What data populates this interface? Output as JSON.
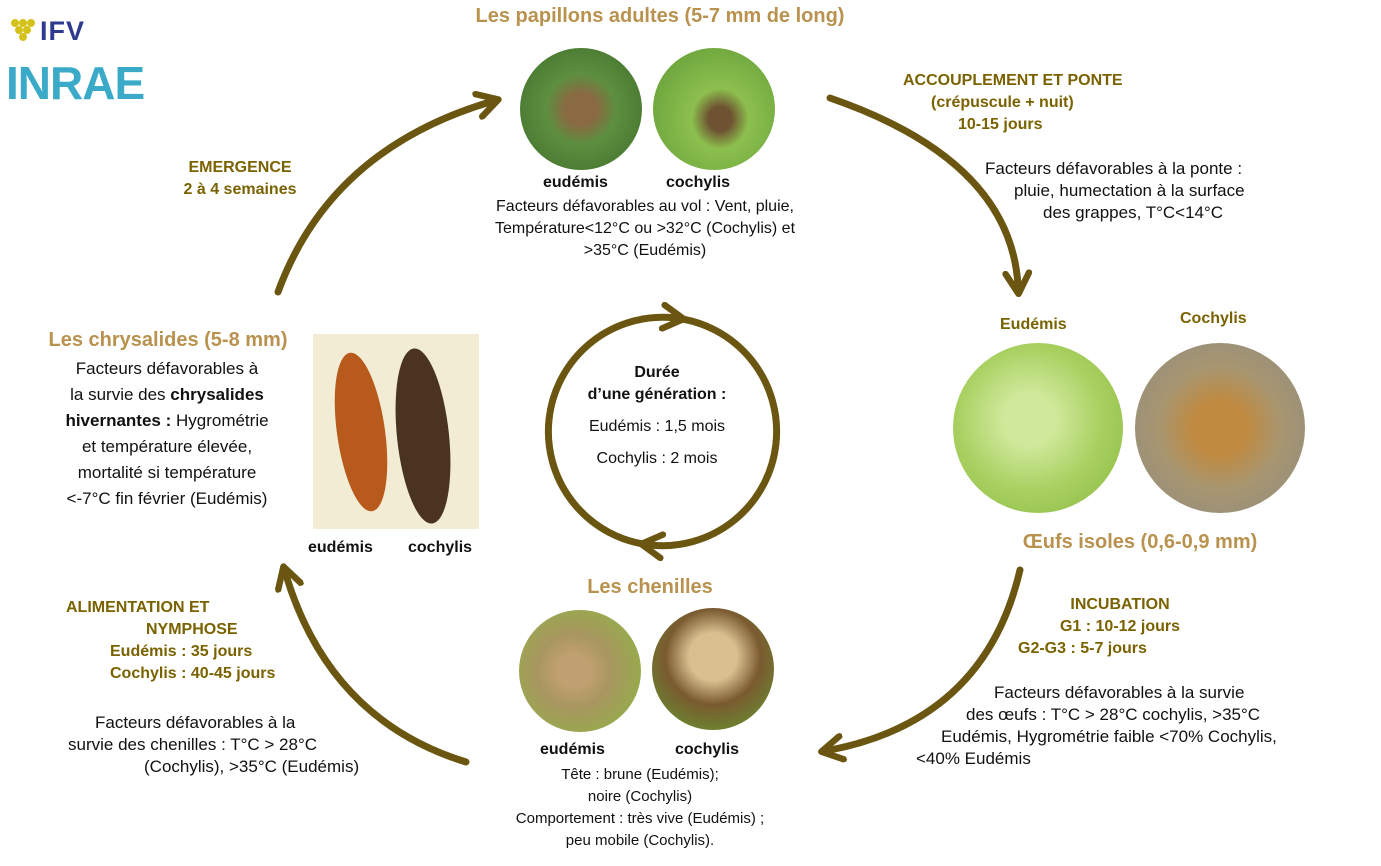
{
  "logos": {
    "ifv": "IFV",
    "inrae": "INRAE"
  },
  "adults": {
    "title": "Les papillons adultes (5-7 mm de long)",
    "label_eudemis": "eudémis",
    "label_cochylis": "cochylis",
    "factors": [
      "Facteurs défavorables au vol : Vent, pluie,",
      "Température<12°C ou >32°C (Cochylis) et",
      ">35°C (Eudémis)"
    ]
  },
  "mating": {
    "title": [
      "ACCOUPLEMENT ET PONTE",
      "(crépuscule + nuit)",
      "10-15 jours"
    ],
    "factors": [
      "Facteurs défavorables à la ponte :",
      "pluie, humectation à la surface",
      "des grappes, T°C<14°C"
    ]
  },
  "eggs": {
    "label_eudemis": "Eudémis",
    "label_cochylis": "Cochylis",
    "title": "Œufs isoles (0,6-0,9 mm)"
  },
  "incubation": {
    "title": [
      "INCUBATION",
      "G1 : 10-12 jours",
      "G2-G3 : 5-7 jours"
    ],
    "factors": [
      "Facteurs défavorables à la survie",
      "des œufs : T°C > 28°C cochylis, >35°C",
      "Eudémis, Hygrométrie faible <70% Cochylis,",
      "<40% Eudémis"
    ]
  },
  "caterpillars": {
    "title": "Les chenilles",
    "label_eudemis": "eudémis",
    "label_cochylis": "cochylis",
    "desc": [
      "Tête : brune (Eudémis);",
      "noire (Cochylis)",
      "Comportement : très vive (Eudémis) ;",
      "peu mobile (Cochylis)."
    ]
  },
  "feeding": {
    "title": [
      "ALIMENTATION ET",
      "NYMPHOSE",
      "Eudémis : 35 jours",
      "Cochylis : 40-45 jours"
    ],
    "factors": [
      "Facteurs défavorables à la",
      "survie des chenilles : T°C > 28°C",
      "(Cochylis), >35°C (Eudémis)"
    ]
  },
  "pupae": {
    "title": "Les chrysalides (5-8 mm)",
    "f1": "Facteurs défavorables à",
    "f2a": "la survie des ",
    "f2b": "chrysalides",
    "f3a": "hivernantes :",
    "f3b": " Hygrométrie",
    "f4": "et température élevée,",
    "f5": "mortalité si température",
    "f6": "<-7°C fin février (Eudémis)",
    "label_eudemis": "eudémis",
    "label_cochylis": "cochylis"
  },
  "emergence": {
    "title": [
      "EMERGENCE",
      "2 à 4 semaines"
    ]
  },
  "center": {
    "title": [
      "Durée",
      "d’une génération :"
    ],
    "eudemis": "Eudémis : 1,5 mois",
    "cochylis": "Cochylis : 2 mois"
  },
  "colors": {
    "arrow": "#6b5611",
    "gold": "#7a6200",
    "tan": "#b8924e",
    "inrae": "#3aaac8"
  }
}
